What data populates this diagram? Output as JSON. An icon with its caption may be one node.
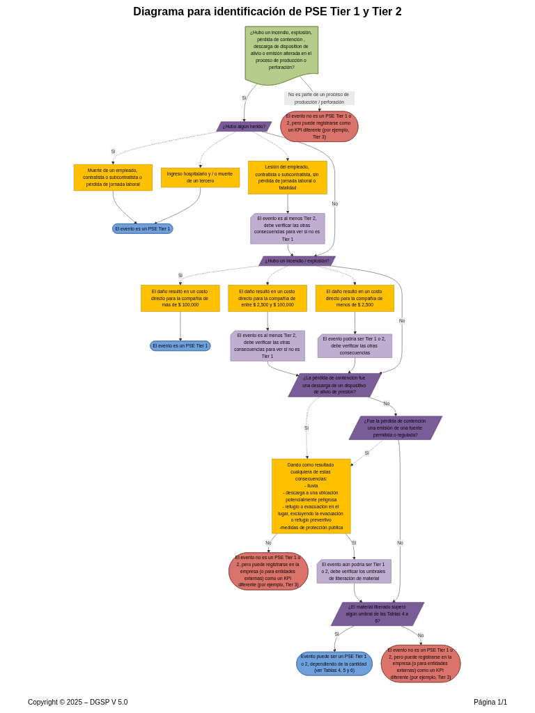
{
  "diagram": {
    "title": "Diagrama para identificación de PSE Tier 1 y Tier 2",
    "nodes": [
      {
        "text": [
          "¿Hubo un incendio, explosión, pérdida de contención , descarga de disposition de alivio o emisión alterada en el proceso de producción o perforación?"
        ]
      },
      {
        "text": [
          "El evento no es un PSE Tier 1 o 2, pero puede registrarse como un KPI diferente (por ejemplo, Tier 3)"
        ]
      },
      {
        "text": [
          "¿Hubo algún herido?"
        ]
      },
      {
        "text": [
          "Muerte de un empleado, contratista o subcontratista o pérdida de jornada laboral"
        ]
      },
      {
        "text": [
          "Ingreso hospitalario y / o muerte de un tercero"
        ]
      },
      {
        "text": [
          "Lesión del empleado, contratista o subcontratista, sin pérdida de jornada laboral o fatalidad"
        ]
      },
      {
        "text": [
          "El evento es un PSE Tier 1"
        ]
      },
      {
        "text": [
          "El evento es al menos Tier 2, debe verificar las otras consecuencias para ver si no es Tier 1"
        ]
      },
      {
        "text": [
          "¿Hubo un incendio / explosión?"
        ]
      },
      {
        "text": [
          "El daño resultó en un costo directo para la compañía de más de $ 100,000"
        ]
      },
      {
        "text": [
          "El daño resultó en un costo directo para la compañía de entre $ 2,500 y $ 100,000"
        ]
      },
      {
        "text": [
          "El daño resultó en un costo directo para la compañía de menos de $ 2,500"
        ]
      },
      {
        "text": [
          "El evento es un PSE Tier 1"
        ]
      },
      {
        "text": [
          "El evento es al menos Tier 2, debe verificar las otras consecuencias para ver si no es Tier 1"
        ]
      },
      {
        "text": [
          "El evento podría ser Tier 1 o 2, debe verificar las otras consecuencias"
        ]
      },
      {
        "text": [
          "¿La pérdida de contención fue una descarga de un dispositivo de alivio de presión?"
        ]
      },
      {
        "text": [
          "¿Fue la pérdida de contención una emisión de una fuente permitida o regulada?"
        ]
      },
      {
        "text": [
          "Dando como resultado cualquiera de estas consecuencias:",
          "- lluvia",
          "- descarga a una ubicación potencialmente peligrosa",
          "- refugio o evacuación en el lugar, excluyendo la evacuación o refugio preventivo",
          "-medidas de protección pública"
        ]
      },
      {
        "text": [
          "El evento no es un PSE Tier 1 o 2, pero puede registrarse en la empresa (o para entidades externas) como un KPI diferente (por ejemplo, Tier 3)"
        ]
      },
      {
        "text": [
          "El evento aún podría ser Tier 1 o 2, debe verificar los umbrales de liberación de material"
        ]
      },
      {
        "text": [
          "¿El material liberado superó algún umbral de las Tablas 4 a 6?"
        ]
      },
      {
        "text": [
          "Evento puede ser un PSE Tier 1 o 2, dependiendo de la cantidad (ver Tablas 4, 5 y 6)"
        ]
      },
      {
        "text": [
          "El evento no es un PSE Tier 1 o 2, pero puede registrarse en la empresa (o para entidades externas) como un KPI diferente (por ejemplo, Tier 3)"
        ]
      }
    ],
    "edges": [
      {
        "from": 0,
        "to": 2,
        "arrow": "to",
        "label": "Si"
      },
      {
        "from": 2,
        "to": 3,
        "arrow": "to",
        "style": "dashed",
        "label": "Si"
      },
      {
        "from": 2,
        "to": 4,
        "arrow": "to",
        "style": "dashed"
      },
      {
        "from": 2,
        "to": 5,
        "arrow": "to",
        "style": "dashed"
      },
      {
        "from": 3,
        "to": 6,
        "arrow": "to"
      },
      {
        "from": 4,
        "to": 6,
        "arrow": "to"
      },
      {
        "from": 5,
        "to": 7,
        "arrow": "to"
      },
      {
        "from": 2,
        "to": 8,
        "arrow": "to",
        "label": "No"
      },
      {
        "from": 7,
        "to": 8,
        "arrow": "to"
      },
      {
        "from": 8,
        "to": 9,
        "arrow": "to",
        "style": "dashed",
        "label": "Si"
      },
      {
        "from": 8,
        "to": 10,
        "arrow": "to",
        "style": "dashed"
      },
      {
        "from": 8,
        "to": 11,
        "arrow": "to",
        "style": "dashed"
      },
      {
        "from": 9,
        "to": 12,
        "arrow": "to"
      },
      {
        "from": 10,
        "to": 13,
        "arrow": "to"
      },
      {
        "from": 11,
        "to": 14,
        "arrow": "to"
      },
      {
        "from": 8,
        "to": 15,
        "arrow": "to",
        "label": "No"
      },
      {
        "from": 13,
        "to": 15,
        "arrow": "to"
      },
      {
        "from": 14,
        "to": 15,
        "arrow": "to"
      },
      {
        "from": 15,
        "to": 17,
        "arrow": "to",
        "style": "dashed",
        "label": "Si"
      },
      {
        "from": 15,
        "to": 16,
        "arrow": "to",
        "label": "No"
      },
      {
        "from": 16,
        "to": 17,
        "arrow": "to",
        "style": "dashed",
        "label": "Si"
      },
      {
        "from": 17,
        "to": 18,
        "arrow": "to",
        "label": "No"
      },
      {
        "from": 17,
        "to": 19,
        "arrow": "to",
        "label": "Si"
      },
      {
        "from": 16,
        "to": 20,
        "arrow": "to",
        "label": "No"
      },
      {
        "from": 19,
        "to": 20,
        "arrow": "to"
      },
      {
        "from": 20,
        "to": 21,
        "arrow": "to",
        "label": "Si"
      },
      {
        "from": 20,
        "to": 22,
        "arrow": "to",
        "label": "No"
      },
      {
        "from": 0,
        "to": 1,
        "arrow": "to",
        "label": "No es parte de un proceso de producción / perforación"
      }
    ],
    "labels": [
      "Copyright © 2025 – DGSP V 5.0",
      "Página 1/1"
    ]
  }
}
